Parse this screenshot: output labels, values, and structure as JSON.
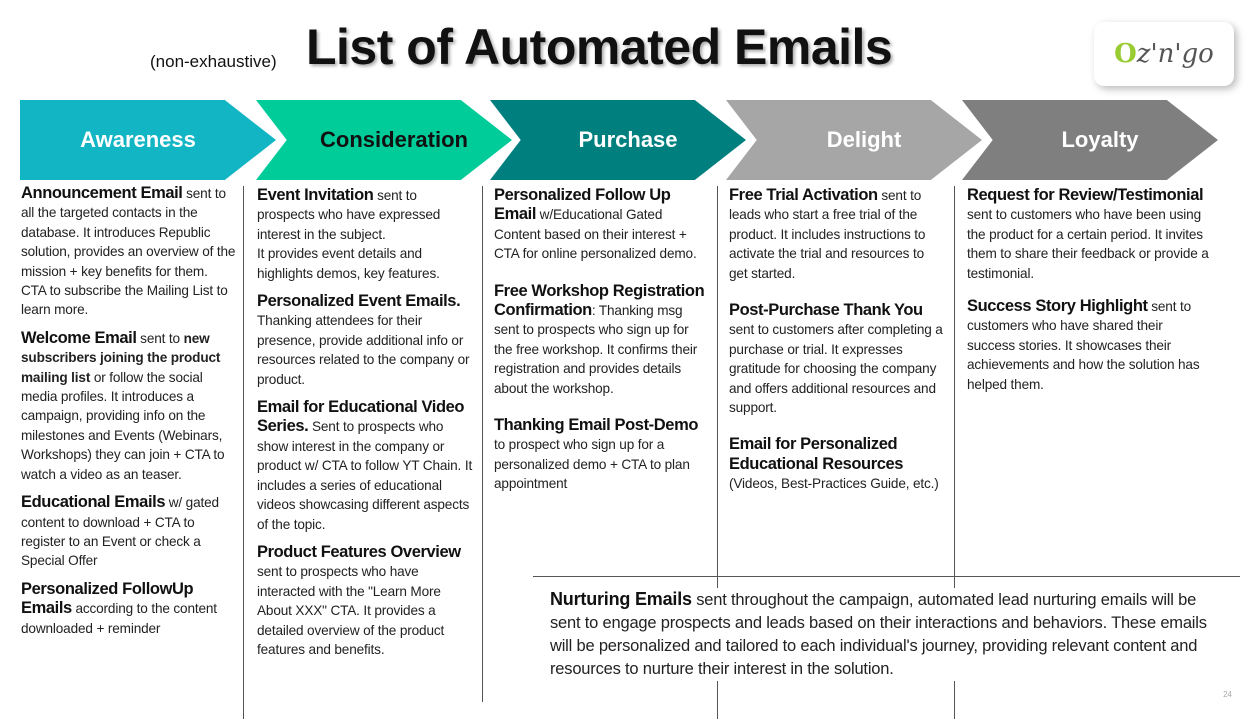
{
  "header": {
    "subtitle": "(non-exhaustive)",
    "title": "List of Automated Emails",
    "logo_text": "Oz'n'go"
  },
  "stages": [
    {
      "label": "Awareness",
      "color": "#12b5c4",
      "text_color": "#ffffff"
    },
    {
      "label": "Consideration",
      "color": "#00cc99",
      "text_color": "#111111"
    },
    {
      "label": "Purchase",
      "color": "#007f7f",
      "text_color": "#ffffff"
    },
    {
      "label": "Delight",
      "color": "#a6a6a6",
      "text_color": "#ffffff"
    },
    {
      "label": "Loyalty",
      "color": "#7f7f7f",
      "text_color": "#ffffff"
    }
  ],
  "awareness": [
    {
      "title": "Announcement Email",
      "body": " sent to all the targeted contacts in the database. It introduces Republic solution, provides an overview of the mission + key benefits for them.",
      "extra": "CTA to subscribe the Mailing List to learn more."
    },
    {
      "title": "Welcome Email",
      "body": " sent to ",
      "bold": "new subscribers joining the product mailing list",
      "body2": " or follow the social media profiles. It introduces a campaign, providing info on the milestones and Events (Webinars, Workshops) they can join + CTA to watch a video as an teaser."
    },
    {
      "title": "Educational Emails",
      "body": " w/ gated content to download + CTA to register to an Event or check a Special Offer"
    },
    {
      "title": "Personalized FollowUp Emails",
      "body": " according to the content downloaded + reminder"
    }
  ],
  "consideration": [
    {
      "title": "Event Invitation",
      "body": " sent to prospects who have expressed interest in the subject.",
      "extra": "It provides event details and highlights demos, key features."
    },
    {
      "title": "Personalized Event Emails.",
      "body": " Thanking attendees for their presence, provide additional info or resources related to the company or product."
    },
    {
      "title": "Email for Educational Video Series.",
      "body": " Sent to prospects who show interest in the company or product w/ CTA to follow YT Chain. It includes a series of educational videos showcasing different aspects of the topic."
    },
    {
      "title": "Product Features Overview",
      "body": " sent to prospects who have interacted with the \"Learn More About XXX\" CTA. It provides a detailed overview of the product features and benefits."
    }
  ],
  "purchase": [
    {
      "title": "Personalized Follow Up Email",
      "body": " w/Educational Gated Content based on their interest + CTA for online personalized demo."
    },
    {
      "title": "Free Workshop Registration Confirmation",
      "body": ": Thanking msg sent to prospects who sign up for the free workshop. It confirms their registration and provides details about the workshop."
    },
    {
      "title": "Thanking Email Post-Demo",
      "body": " to prospect who sign up for a personalized demo + CTA to plan appointment"
    }
  ],
  "delight": [
    {
      "title": "Free Trial Activation",
      "body": " sent to leads who start  a free trial of the product. It includes instructions to activate the trial and resources to get started."
    },
    {
      "title": "Post-Purchase Thank You",
      "body": " sent to customers after completing a purchase or trial. It expresses gratitude for choosing the company and offers additional resources and support."
    },
    {
      "title": "Email for Personalized Educational Resources",
      "body": " (Videos, Best-Practices Guide, etc.)"
    }
  ],
  "loyalty": [
    {
      "title": "Request for Review/Testimonial",
      "body": " sent to customers who have been using the product for a certain period. It invites them to share their feedback or provide a testimonial."
    },
    {
      "title": "Success Story Highlight",
      "body": " sent to customers who have shared their success stories. It showcases their achievements and how the solution has helped them."
    }
  ],
  "nurturing": {
    "title": "Nurturing Emails",
    "body": " sent throughout the campaign, automated lead nurturing emails will be sent to engage prospects and leads based on their interactions and behaviors. These emails will be personalized and tailored to each individual's journey, providing relevant content and resources to nurture their interest in the solution."
  },
  "page_number": "24"
}
